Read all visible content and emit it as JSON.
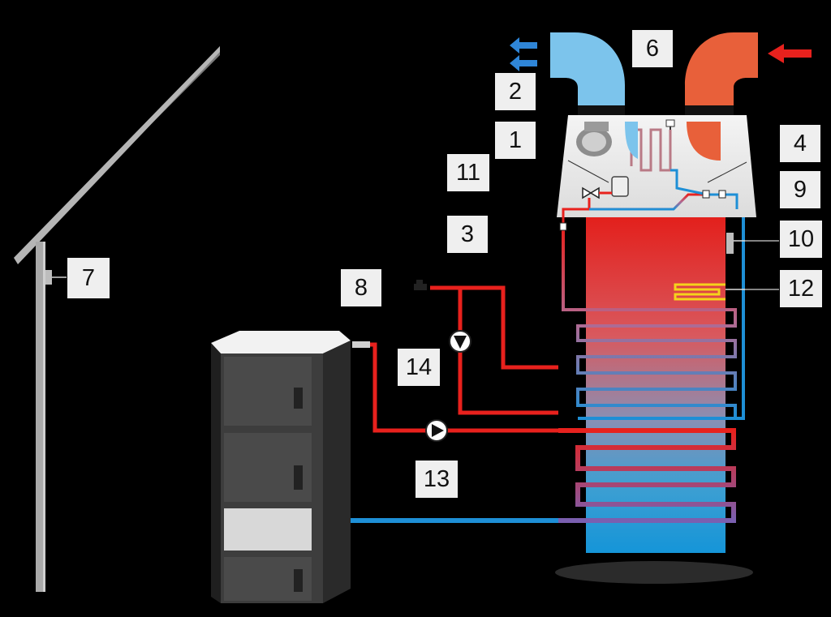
{
  "labels": {
    "l1": "1",
    "l2": "2",
    "l3": "3",
    "l4": "4",
    "l6": "6",
    "l7": "7",
    "l8": "8",
    "l9": "9",
    "l10": "10",
    "l11": "11",
    "l12": "12",
    "l13": "13",
    "l14": "14"
  },
  "colors": {
    "background": "#000000",
    "hot_pipe": "#e8211d",
    "cold_pipe": "#1e8fd6",
    "exhaust_duct": "#7cc4ec",
    "intake_duct": "#e8603a",
    "boiler_body": "#3a3a3a",
    "label_box": "#efefef"
  }
}
